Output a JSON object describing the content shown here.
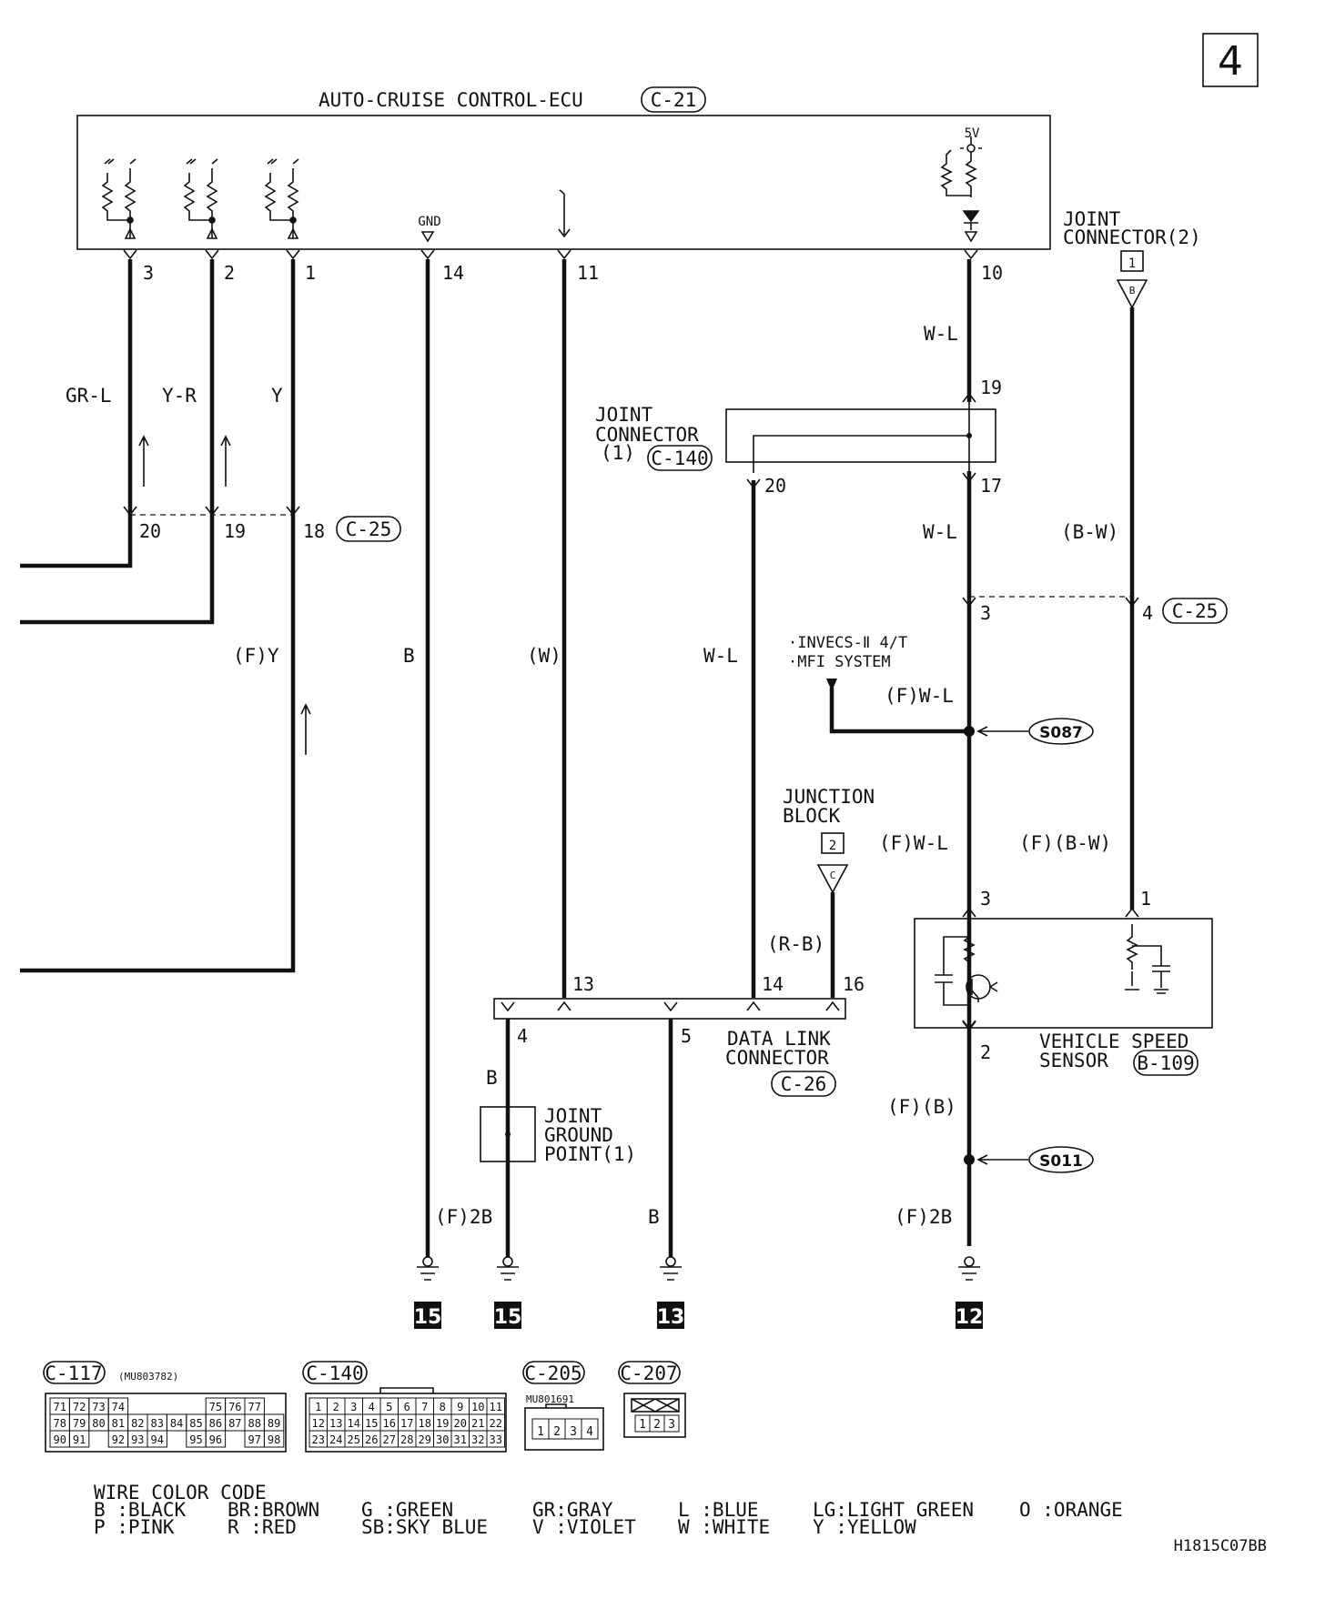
{
  "page_badge": "4",
  "ecu": {
    "title": "AUTO-CRUISE CONTROL-ECU",
    "connector": "C-21",
    "gnd_label": "GND",
    "supply_label": "5V"
  },
  "ecu_pins": [
    "3",
    "2",
    "1",
    "14",
    "11",
    "10"
  ],
  "wires": {
    "grl": "GR-L",
    "yr": "Y-R",
    "y": "Y",
    "fy": "(F)Y",
    "b": "B",
    "w": "(W)",
    "wl_mid": "W-L",
    "wl_top": "W-L",
    "wl_c140": "W-L",
    "bw": "(B-W)",
    "fwl1": "(F)W-L",
    "fwl2": "(F)W-L",
    "fbw": "(F)(B-W)",
    "rb": "(R-B)",
    "b_dlc4": "B",
    "f2b_left": "(F)2B",
    "b_dlc5": "B",
    "fb": "(F)(B)",
    "f2b_right": "(F)2B"
  },
  "c25": {
    "id": "C-25",
    "pins": [
      "20",
      "19",
      "18"
    ],
    "pins_right": [
      "3",
      "4"
    ]
  },
  "joint_connector_1": {
    "label_l1": "JOINT",
    "label_l2": "CONNECTOR",
    "label_l3": "(1)",
    "connector": "C-140",
    "pins": [
      "19",
      "17",
      "20"
    ]
  },
  "joint_connector_2": {
    "label_l1": "JOINT",
    "label_l2": "CONNECTOR(2)",
    "box_num": "1",
    "terminal": "B"
  },
  "invecs": {
    "line1": "·INVECS-Ⅱ 4/T",
    "line2": "·MFI SYSTEM"
  },
  "splices": [
    "S087",
    "S011"
  ],
  "junction_block": {
    "line1": "JUNCTION",
    "line2": "BLOCK",
    "box_num": "2",
    "terminal": "C"
  },
  "data_link": {
    "line1": "DATA LINK",
    "line2": "CONNECTOR",
    "connector": "C-26",
    "pins": [
      "13",
      "14",
      "16",
      "4",
      "5"
    ]
  },
  "joint_ground": {
    "line1": "JOINT",
    "line2": "GROUND",
    "line3": "POINT(1)"
  },
  "vss": {
    "line1": "VEHICLE SPEED",
    "line2": "SENSOR",
    "connector": "B-109",
    "pins": [
      "3",
      "1",
      "2"
    ]
  },
  "grounds": [
    "15",
    "15",
    "13",
    "12"
  ],
  "connector_views": {
    "c117": {
      "id": "C-117",
      "part": "(MU803782)",
      "rows": [
        [
          "71",
          "72",
          "73",
          "74",
          "",
          "",
          "",
          "",
          "75",
          "76",
          "77"
        ],
        [
          "78",
          "79",
          "80",
          "81",
          "82",
          "83",
          "84",
          "85",
          "86",
          "87",
          "88",
          "89"
        ],
        [
          "90",
          "91",
          "",
          "92",
          "93",
          "94",
          "",
          "95",
          "96",
          "",
          "97",
          "98"
        ]
      ]
    },
    "c140": {
      "id": "C-140",
      "rows": [
        [
          "1",
          "2",
          "3",
          "4",
          "5",
          "6",
          "7",
          "8",
          "9",
          "10",
          "11"
        ],
        [
          "12",
          "13",
          "14",
          "15",
          "16",
          "17",
          "18",
          "19",
          "20",
          "21",
          "22"
        ],
        [
          "23",
          "24",
          "25",
          "26",
          "27",
          "28",
          "29",
          "30",
          "31",
          "32",
          "33"
        ]
      ]
    },
    "c205": {
      "id": "C-205",
      "part": "MU801691",
      "cells": [
        "1",
        "2",
        "3",
        "4"
      ]
    },
    "c207": {
      "id": "C-207",
      "cells": [
        "1",
        "2",
        "3"
      ]
    }
  },
  "color_code": {
    "title": "WIRE COLOR CODE",
    "row1": [
      "B :BLACK",
      "BR:BROWN",
      "G :GREEN",
      "GR:GRAY",
      "L :BLUE",
      "LG:LIGHT GREEN",
      "O :ORANGE"
    ],
    "row2": [
      "P :PINK",
      "R :RED",
      "SB:SKY BLUE",
      "V :VIOLET",
      "W :WHITE",
      "Y :YELLOW"
    ]
  },
  "figure_code": "H1815C07BB"
}
